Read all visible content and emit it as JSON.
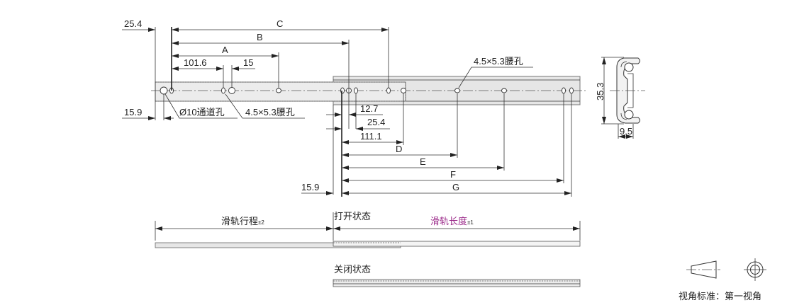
{
  "dimensions": {
    "top_offset": "25.4",
    "C": "C",
    "B": "B",
    "A": "A",
    "pitch_101_6": "101.6",
    "pitch_15": "15",
    "left_15_9": "15.9",
    "through_hole": "Ø10通道孔",
    "slot_hole_inner": "4.5×5.3腰孔",
    "slot_hole_outer": "4.5×5.3腰孔",
    "d_12_7": "12.7",
    "d_25_4": "25.4",
    "d_111_1": "111.1",
    "D": "D",
    "E": "E",
    "F": "F",
    "G": "G",
    "bottom_15_9": "15.9",
    "height_35_3": "35.3",
    "width_9_5": "9.5"
  },
  "states": {
    "travel_label": "滑轨行程",
    "travel_tol": "±2",
    "open_label": "打开状态",
    "length_label": "滑轨长度",
    "length_tol": "±1",
    "length_color": "#9b2a8a",
    "closed_label": "关闭状态"
  },
  "projection": {
    "label": "视角标准：第一视角"
  }
}
